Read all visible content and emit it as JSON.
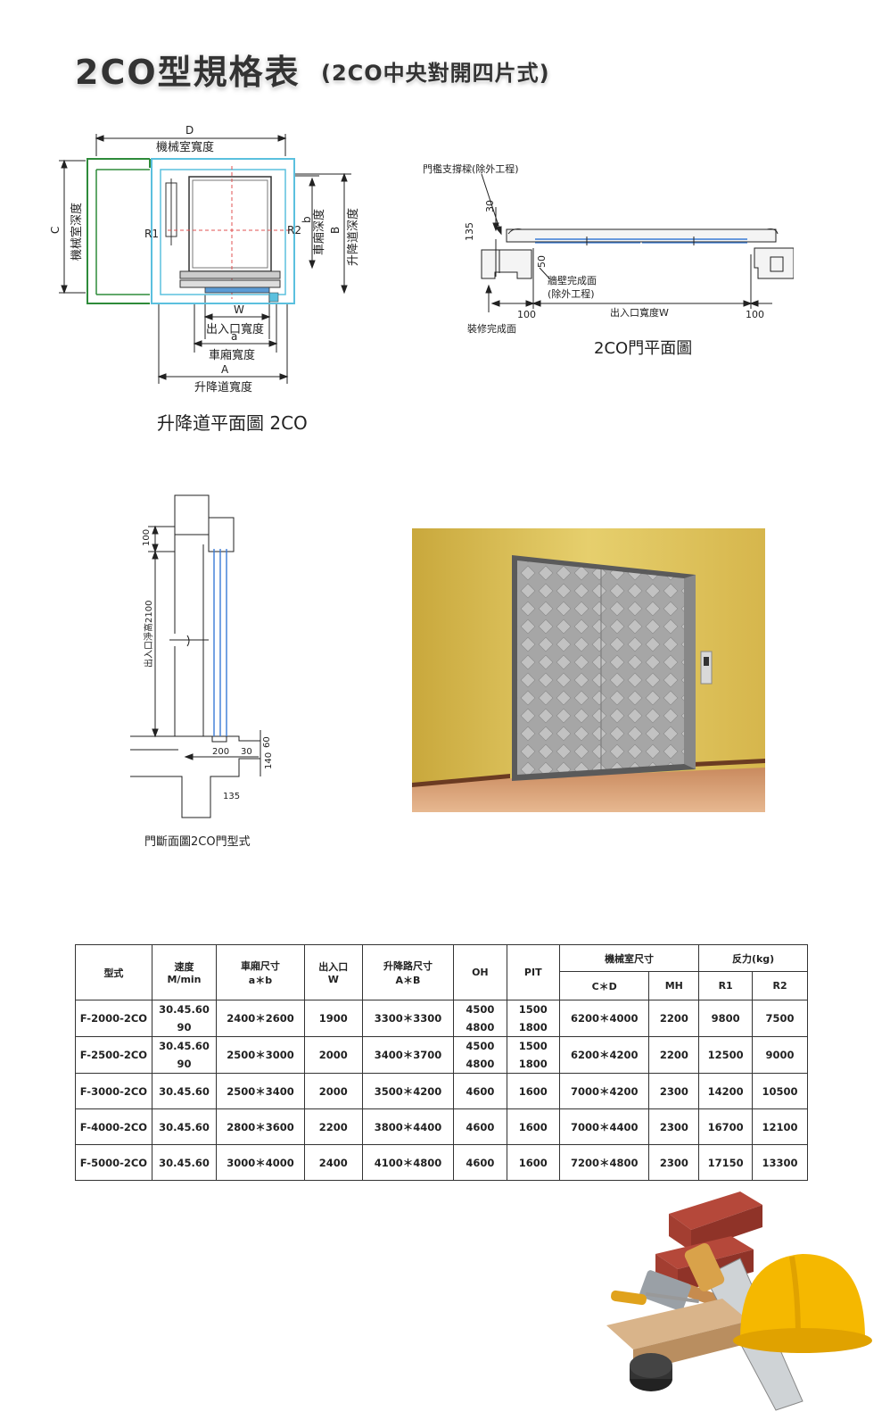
{
  "header": {
    "title": "2CO型規格表",
    "subtitle": "(2CO中央對開四片式)"
  },
  "plan_diagram": {
    "label_D": "D",
    "machine_room_width": "機械室寬度",
    "label_C": "C",
    "machine_room_depth": "機械室深度",
    "label_R1": "R1",
    "label_R2": "R2",
    "label_b": "b",
    "car_depth": "車廂深度",
    "label_B": "B",
    "hoistway_depth": "升降道深度",
    "label_W": "W",
    "entrance_width": "出入口寬度",
    "label_a": "a",
    "car_width": "車廂寬度",
    "label_A": "A",
    "hoistway_width": "升降道寬度",
    "caption": "升降道平面圖 2CO"
  },
  "door_plan": {
    "sill_support": "門檻支撐樑(除外工程)",
    "dim_30": "30",
    "dim_135": "135",
    "dim_50": "50",
    "wall_finish": "牆壁完成面",
    "wall_finish_note": "(除外工程)",
    "dim_100_left": "100",
    "entrance_width_w": "出入口寬度W",
    "dim_100_right": "100",
    "decor_finish": "裝修完成面",
    "caption": "2CO門平面圖"
  },
  "door_section": {
    "dim_100": "100",
    "entrance_height": "出入口淨高2100",
    "dim_200": "200",
    "dim_30": "30",
    "dim_60": "60",
    "dim_140": "140",
    "dim_135": "135",
    "caption": "門斷面圖2CO門型式"
  },
  "table": {
    "headers": {
      "model": "型式",
      "speed": "速度",
      "speed_unit": "M/min",
      "car_size": "車廂尺寸",
      "car_size_unit": "a＊b",
      "entrance": "出入口",
      "entrance_unit": "W",
      "hoistway": "升降路尺寸",
      "hoistway_unit": "A＊B",
      "oh": "OH",
      "pit": "PIT",
      "machine_room": "機械室尺寸",
      "cd": "C＊D",
      "mh": "MH",
      "reaction": "反力(kg)",
      "r1": "R1",
      "r2": "R2"
    },
    "rows": [
      {
        "model": "F-2000-2CO",
        "speed1": "30.45.60",
        "speed2": "90",
        "car": "2400＊2600",
        "w": "1900",
        "hoist": "3300＊3300",
        "oh1": "4500",
        "oh2": "4800",
        "pit1": "1500",
        "pit2": "1800",
        "cd": "6200＊4000",
        "mh": "2200",
        "r1": "9800",
        "r2": "7500"
      },
      {
        "model": "F-2500-2CO",
        "speed1": "30.45.60",
        "speed2": "90",
        "car": "2500＊3000",
        "w": "2000",
        "hoist": "3400＊3700",
        "oh1": "4500",
        "oh2": "4800",
        "pit1": "1500",
        "pit2": "1800",
        "cd": "6200＊4200",
        "mh": "2200",
        "r1": "12500",
        "r2": "9000"
      },
      {
        "model": "F-3000-2CO",
        "speed1": "30.45.60",
        "car": "2500＊3400",
        "w": "2000",
        "hoist": "3500＊4200",
        "oh1": "4600",
        "pit1": "1600",
        "cd": "7000＊4200",
        "mh": "2300",
        "r1": "14200",
        "r2": "10500"
      },
      {
        "model": "F-4000-2CO",
        "speed1": "30.45.60",
        "car": "2800＊3600",
        "w": "2200",
        "hoist": "3800＊4400",
        "oh1": "4600",
        "pit1": "1600",
        "cd": "7000＊4400",
        "mh": "2300",
        "r1": "16700",
        "r2": "12100"
      },
      {
        "model": "F-5000-2CO",
        "speed1": "30.45.60",
        "car": "3000＊4000",
        "w": "2400",
        "hoist": "4100＊4800",
        "oh1": "4600",
        "pit1": "1600",
        "cd": "7200＊4800",
        "mh": "2300",
        "r1": "17150",
        "r2": "13300"
      }
    ]
  },
  "images": {
    "elevator_photo": "elevator-door-photo",
    "tools_illustration": "construction-tools-illustration"
  }
}
